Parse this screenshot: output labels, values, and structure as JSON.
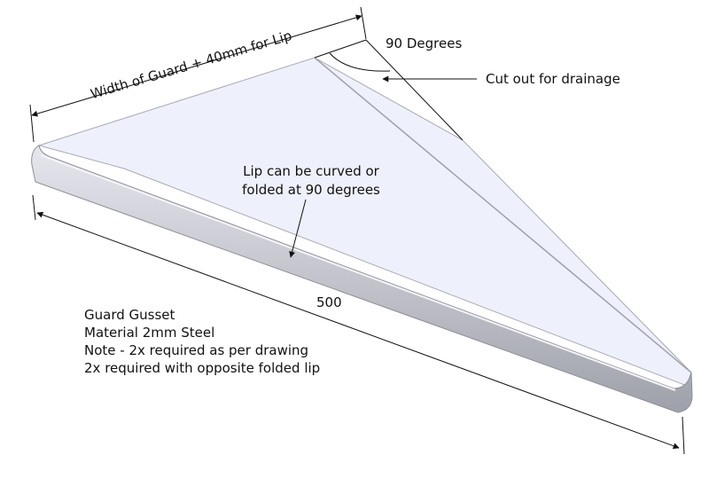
{
  "annotations": {
    "width_dimension": "Width of Guard + 40mm for Lip",
    "angle": "90 Degrees",
    "drainage": "Cut out for drainage",
    "lip_line1": "Lip can be curved or",
    "lip_line2": "folded at 90 degrees",
    "length_dimension": "500"
  },
  "notes": [
    "Guard Gusset",
    "Material 2mm Steel",
    "Note - 2x required as per drawing",
    "2x required with opposite folded lip"
  ],
  "colors": {
    "plate_top": "#eef0fb",
    "plate_edge": "#b4b6bf",
    "lip_highlight": "#e2e3ea",
    "line": "#111111"
  }
}
